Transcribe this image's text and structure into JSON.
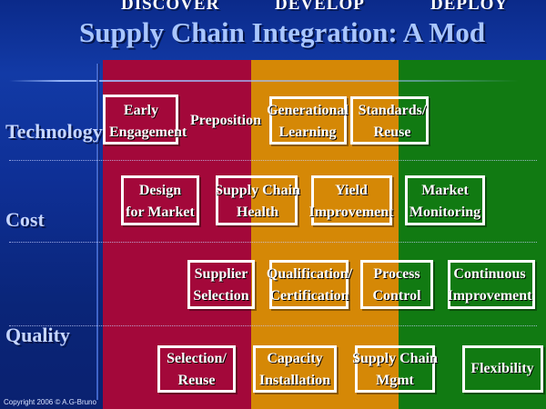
{
  "phases": {
    "discover": "DISCOVER",
    "develop": "DEVELOP",
    "deploy": "DEPLOY"
  },
  "title": "Supply Chain Integration: A Mod",
  "rows": {
    "technology": "Technology",
    "cost": "Cost",
    "quality": "Quality"
  },
  "boxes": {
    "early_engagement": "Early\nEngagement",
    "preposition": "Preposition",
    "generational_learning": "Generational\nLearning",
    "standards_reuse": "Standards/\nReuse",
    "design_for_market": "Design\nfor Market",
    "supply_chain_health": "Supply Chain\nHealth",
    "yield_improvement": "Yield\nImprovement",
    "market_monitoring": "Market\nMonitoring",
    "supplier_selection": "Supplier\nSelection",
    "qualification_certification": "Qualification/\nCertification",
    "process_control": "Process\nControl",
    "continuous_improvement": "Continuous\nImprovement",
    "selection_reuse": "Selection/\nReuse",
    "capacity_installation": "Capacity\nInstallation",
    "supply_chain_mgmt": "Supply Chain\nMgmt",
    "flexibility": "Flexibility"
  },
  "copyright": "Copyright 2006 © A.G-Bruno"
}
